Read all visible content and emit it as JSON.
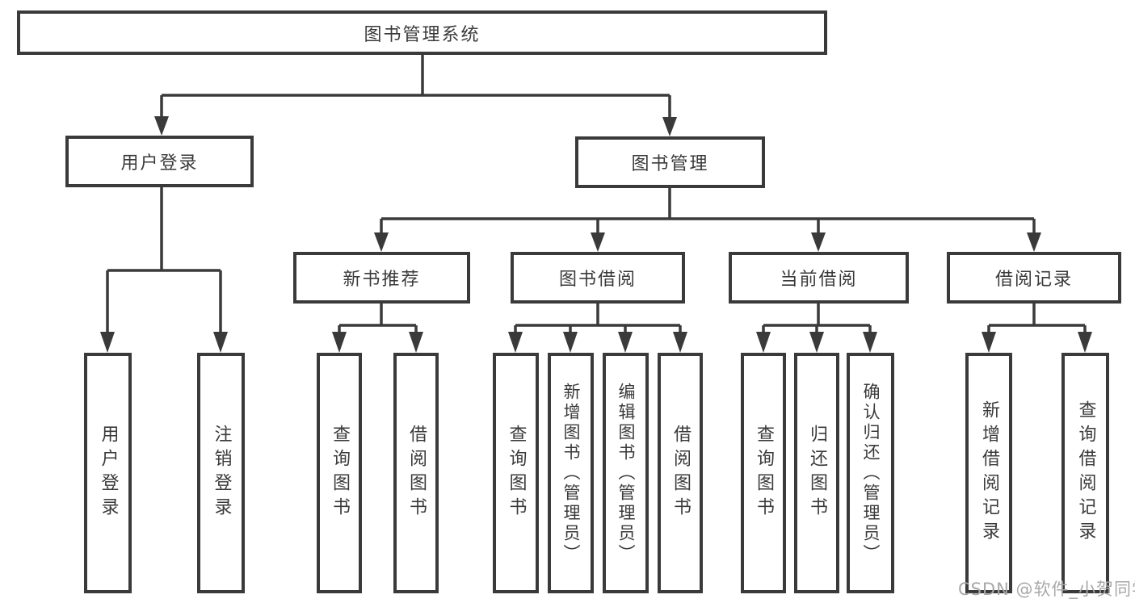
{
  "nodes": {
    "root": {
      "label": "图书管理系统"
    },
    "user_login": {
      "label": "用户登录"
    },
    "book_mgmt": {
      "label": "图书管理"
    },
    "new_book_rec": {
      "label": "新书推荐"
    },
    "book_borrow": {
      "label": "图书借阅"
    },
    "current_borrow": {
      "label": "当前借阅"
    },
    "borrow_record": {
      "label": "借阅记录"
    },
    "leaf_user_login": {
      "label": "用户登录"
    },
    "leaf_logout": {
      "label": "注销登录"
    },
    "leaf_query_book_1": {
      "label": "查询图书"
    },
    "leaf_borrow_book_1": {
      "label": "借阅图书"
    },
    "leaf_query_book_2": {
      "label": "查询图书"
    },
    "leaf_add_book": {
      "label": "新增图书（管理员）"
    },
    "leaf_edit_book": {
      "label": "编辑图书（管理员）"
    },
    "leaf_borrow_book_2": {
      "label": "借阅图书"
    },
    "leaf_query_book_3": {
      "label": "查询图书"
    },
    "leaf_return_book": {
      "label": "归还图书"
    },
    "leaf_confirm_return": {
      "label": "确认归还（管理员）"
    },
    "leaf_add_record": {
      "label": "新增借阅记录"
    },
    "leaf_query_record": {
      "label": "查询借阅记录"
    }
  },
  "watermark": {
    "text": "CSDN @软件_小贺同学"
  },
  "colors": {
    "line": "#3a3a3a",
    "box_background": "#ffffff",
    "watermark": "#a8a8a8",
    "page_background": "#ffffff"
  }
}
